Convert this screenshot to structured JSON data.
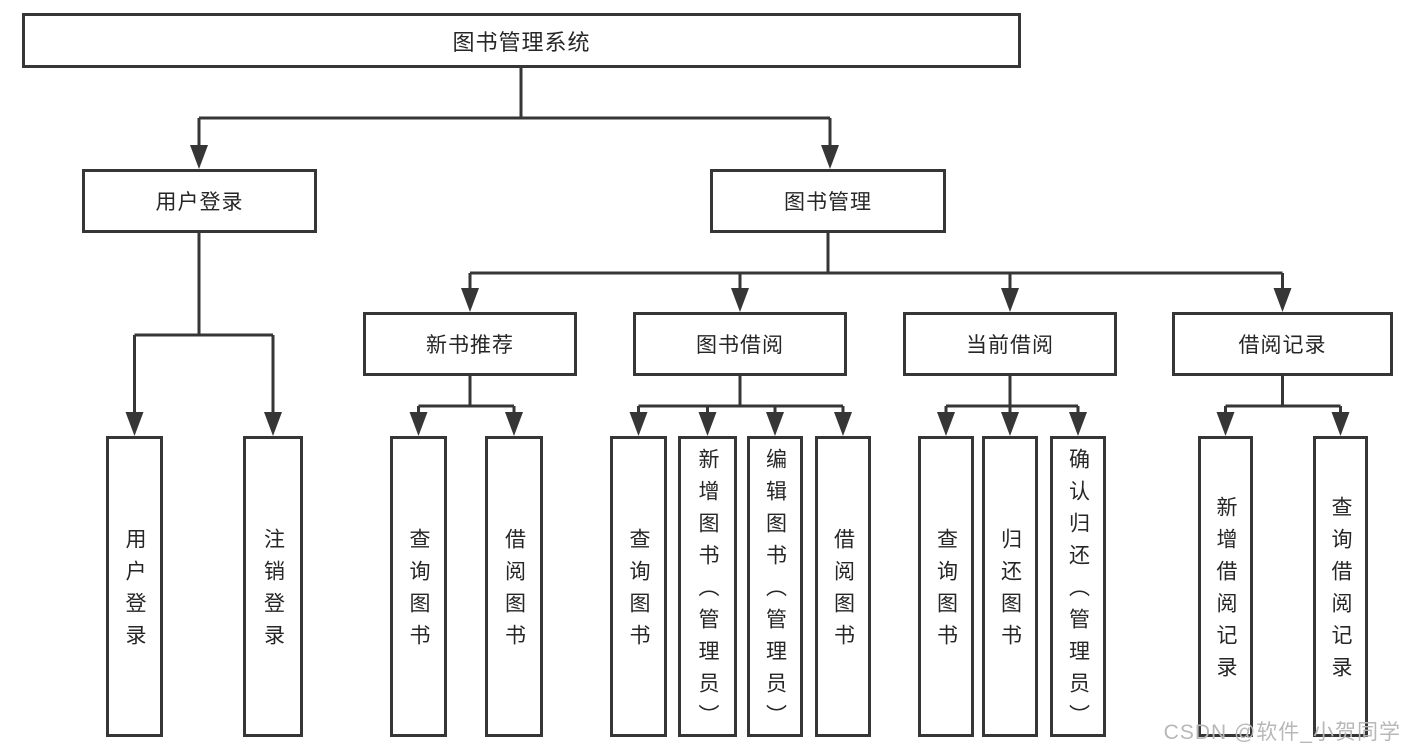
{
  "tree": {
    "root": "图书管理系统",
    "user": {
      "label": "用户登录",
      "children": [
        "用户登录",
        "注销登录"
      ]
    },
    "book": {
      "label": "图书管理",
      "groups": [
        {
          "label": "新书推荐",
          "children": [
            "查询图书",
            "借阅图书"
          ]
        },
        {
          "label": "图书借阅",
          "children": [
            "查询图书",
            "新增图书（管理员）",
            "编辑图书（管理员）",
            "借阅图书"
          ]
        },
        {
          "label": "当前借阅",
          "children": [
            "查询图书",
            "归还图书",
            "确认归还（管理员）"
          ]
        },
        {
          "label": "借阅记录",
          "children": [
            "新增借阅记录",
            "查询借阅记录"
          ]
        }
      ]
    }
  },
  "watermark": {
    "text": "CSDN @软件_小贺同学"
  },
  "colors": {
    "line": "#363636",
    "box_border": "#363636",
    "text": "#262626",
    "watermark_gray": "#b8b8b8",
    "background": "#ffffff"
  }
}
